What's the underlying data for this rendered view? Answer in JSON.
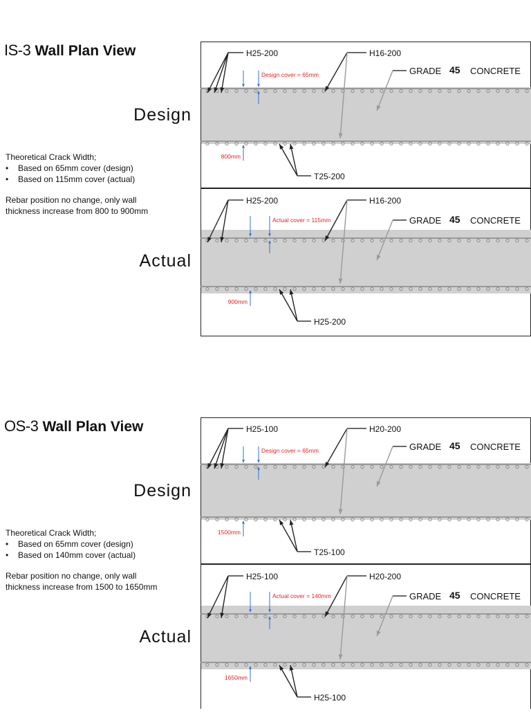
{
  "colors": {
    "slab": "#d0d0d0",
    "bar": "#888888",
    "dim_red": "#e8201c",
    "dim_blue": "#2f6fd6"
  },
  "sections": [
    {
      "code": "IS-3",
      "name": "Wall Plan View",
      "notes_heading": "Theoretical Crack Width;",
      "bullets": [
        "Based on 65mm cover (design)",
        "Based on 115mm cover (actual)"
      ],
      "note": "Rebar position no change, only wall thickness increase from 800 to 900mm",
      "design": {
        "label": "Design",
        "left_bar": "H25-200",
        "mid_bar": "H16-200",
        "grade_text": "GRADE",
        "grade_num": "45",
        "grade_unit": "CONCRETE",
        "cover_text": "Design cover = 65mm",
        "thickness": "800mm",
        "bottom_bar": "T25-200"
      },
      "actual": {
        "label": "Actual",
        "left_bar": "H25-200",
        "mid_bar": "H16-200",
        "grade_text": "GRADE",
        "grade_num": "45",
        "grade_unit": "CONCRETE",
        "cover_text": "Actual cover = 115mm",
        "thickness": "900mm",
        "bottom_bar": "H25-200"
      }
    },
    {
      "code": "OS-3",
      "name": "Wall Plan View",
      "notes_heading": "Theoretical Crack Width;",
      "bullets": [
        "Based on 65mm cover (design)",
        "Based on 140mm cover (actual)"
      ],
      "note": "Rebar position no change, only wall thickness increase from 1500 to 1650mm",
      "design": {
        "label": "Design",
        "left_bar": "H25-100",
        "mid_bar": "H20-200",
        "grade_text": "GRADE",
        "grade_num": "45",
        "grade_unit": "CONCRETE",
        "cover_text": "Design cover = 65mm",
        "thickness": "1500mm",
        "bottom_bar": "T25-100"
      },
      "actual": {
        "label": "Actual",
        "left_bar": "H25-100",
        "mid_bar": "H20-200",
        "grade_text": "GRADE",
        "grade_num": "45",
        "grade_unit": "CONCRETE",
        "cover_text": "Actual cover = 140mm",
        "thickness": "1650mm",
        "bottom_bar": "H25-100"
      }
    }
  ]
}
